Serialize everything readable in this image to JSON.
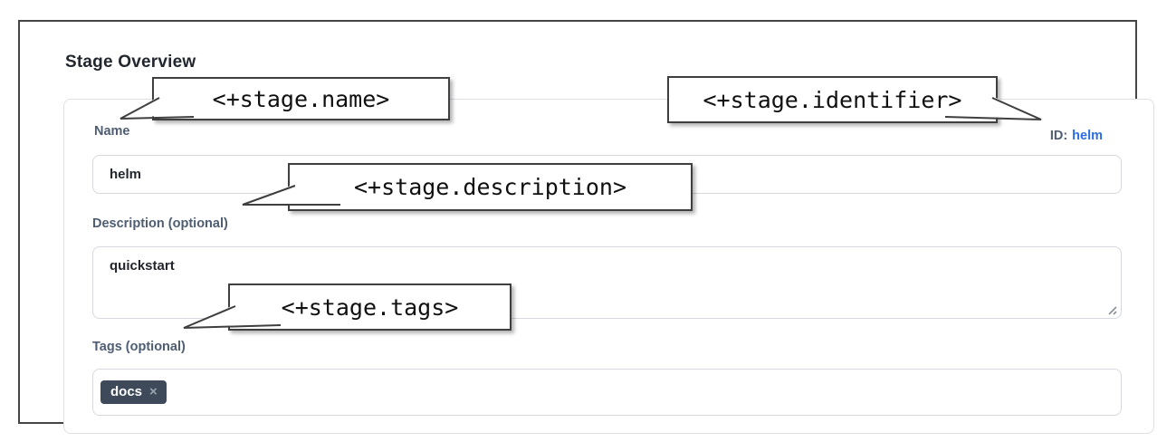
{
  "page": {
    "title": "Stage Overview"
  },
  "form": {
    "name": {
      "label": "Name",
      "value": "helm"
    },
    "identifier": {
      "label": "ID:",
      "value": "helm"
    },
    "description": {
      "label": "Description (optional)",
      "value": "quickstart"
    },
    "tags": {
      "label": "Tags (optional)",
      "chips": [
        {
          "label": "docs",
          "remove_label": "×"
        }
      ]
    }
  },
  "callouts": {
    "name": {
      "text": "<+stage.name>"
    },
    "identifier": {
      "text": "<+stage.identifier>"
    },
    "description": {
      "text": "<+stage.description>"
    },
    "tags": {
      "text": "<+stage.tags>"
    }
  },
  "colors": {
    "link_blue": "#2b6de2",
    "chip_background": "#3e4a59",
    "label_slate": "#4f5d73",
    "frame_border": "#454545"
  }
}
